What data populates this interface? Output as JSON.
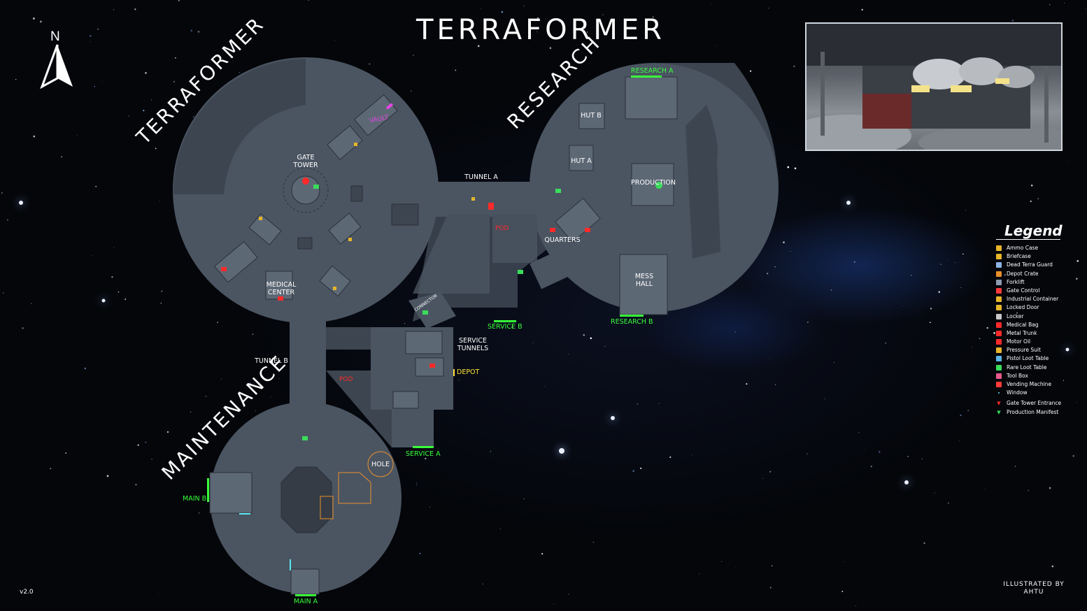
{
  "title": "TERRAFORMER",
  "compass": {
    "label": "N"
  },
  "sectors": {
    "terraformer": "TERRAFORMER",
    "research": "RESEARCH",
    "maintenance": "MAINTENANCE"
  },
  "areas": {
    "gate_tower": "GATE\nTOWER",
    "medical_center": "MEDICAL\nCENTER",
    "tunnel_a": "TUNNEL A",
    "tunnel_b": "TUNNEL B",
    "hut_a": "HUT A",
    "hut_b": "HUT B",
    "production": "PRODUCTION",
    "quarters": "QUARTERS",
    "mess_hall": "MESS\nHALL",
    "service_tunnels": "SERVICE\nTUNNELS",
    "connector": "CONNECTOR",
    "hole": "HOLE"
  },
  "entrances": {
    "research_a": "RESEARCH A",
    "research_b": "RESEARCH B",
    "service_a": "SERVICE A",
    "service_b": "SERVICE B",
    "main_a": "MAIN A",
    "main_b": "MAIN B"
  },
  "markers": {
    "vault": "VAULT",
    "pod_1": "POD",
    "pod_2": "POD",
    "depot": "DEPOT"
  },
  "legend": {
    "title": "Legend",
    "items": [
      {
        "label": "Ammo Case",
        "icon": "ammo-case-icon",
        "color": "#e6b52a"
      },
      {
        "label": "Briefcase",
        "icon": "briefcase-icon",
        "color": "#e6b52a"
      },
      {
        "label": "Dead Terra Guard",
        "icon": "dead-guard-icon",
        "color": "#8cb4e6"
      },
      {
        "label": "Depot Crate",
        "icon": "depot-crate-icon",
        "color": "#e8902a"
      },
      {
        "label": "Forklift",
        "icon": "forklift-icon",
        "color": "#8c9cb0"
      },
      {
        "label": "Gate Control",
        "icon": "gate-control-icon",
        "color": "#ff3a3a"
      },
      {
        "label": "Industrial Container",
        "icon": "industrial-container-icon",
        "color": "#e6b52a"
      },
      {
        "label": "Locked Door",
        "icon": "locked-door-icon",
        "color": "#e6b52a"
      },
      {
        "label": "Locker",
        "icon": "locker-icon",
        "color": "#c8c8c8"
      },
      {
        "label": "Medical Bag",
        "icon": "medical-bag-icon",
        "color": "#ff2a2a"
      },
      {
        "label": "Metal Trunk",
        "icon": "metal-trunk-icon",
        "color": "#ff2a2a"
      },
      {
        "label": "Motor Oil",
        "icon": "motor-oil-icon",
        "color": "#ff2a2a"
      },
      {
        "label": "Pressure Suit",
        "icon": "pressure-suit-icon",
        "color": "#e6b52a"
      },
      {
        "label": "Pistol Loot Table",
        "icon": "pistol-icon",
        "color": "#5ab4e6"
      },
      {
        "label": "Rare Loot Table",
        "icon": "rare-loot-icon",
        "color": "#3adc5a"
      },
      {
        "label": "Tool Box",
        "icon": "toolbox-icon",
        "color": "#e65a8c"
      },
      {
        "label": "Vending Machine",
        "icon": "vending-machine-icon",
        "color": "#ff3a3a"
      },
      {
        "label": "Window",
        "icon": "window-icon",
        "color": "#5ae6f0"
      },
      {
        "label": "Gate Tower Entrance",
        "icon": "map-pin-red-icon",
        "color": "#ff2a2a"
      },
      {
        "label": "Production Manifest",
        "icon": "map-pin-green-icon",
        "color": "#3adc5a"
      }
    ]
  },
  "version": "v2.0",
  "credit": "ILLUSTRATED BY\nAHTU",
  "colors": {
    "floor": "#4b5562",
    "floor_dark": "#3d4550",
    "room": "#5d6875",
    "entrance": "#39ff3a",
    "accent_red": "#ff2a2a",
    "accent_yellow": "#ffe23a"
  }
}
